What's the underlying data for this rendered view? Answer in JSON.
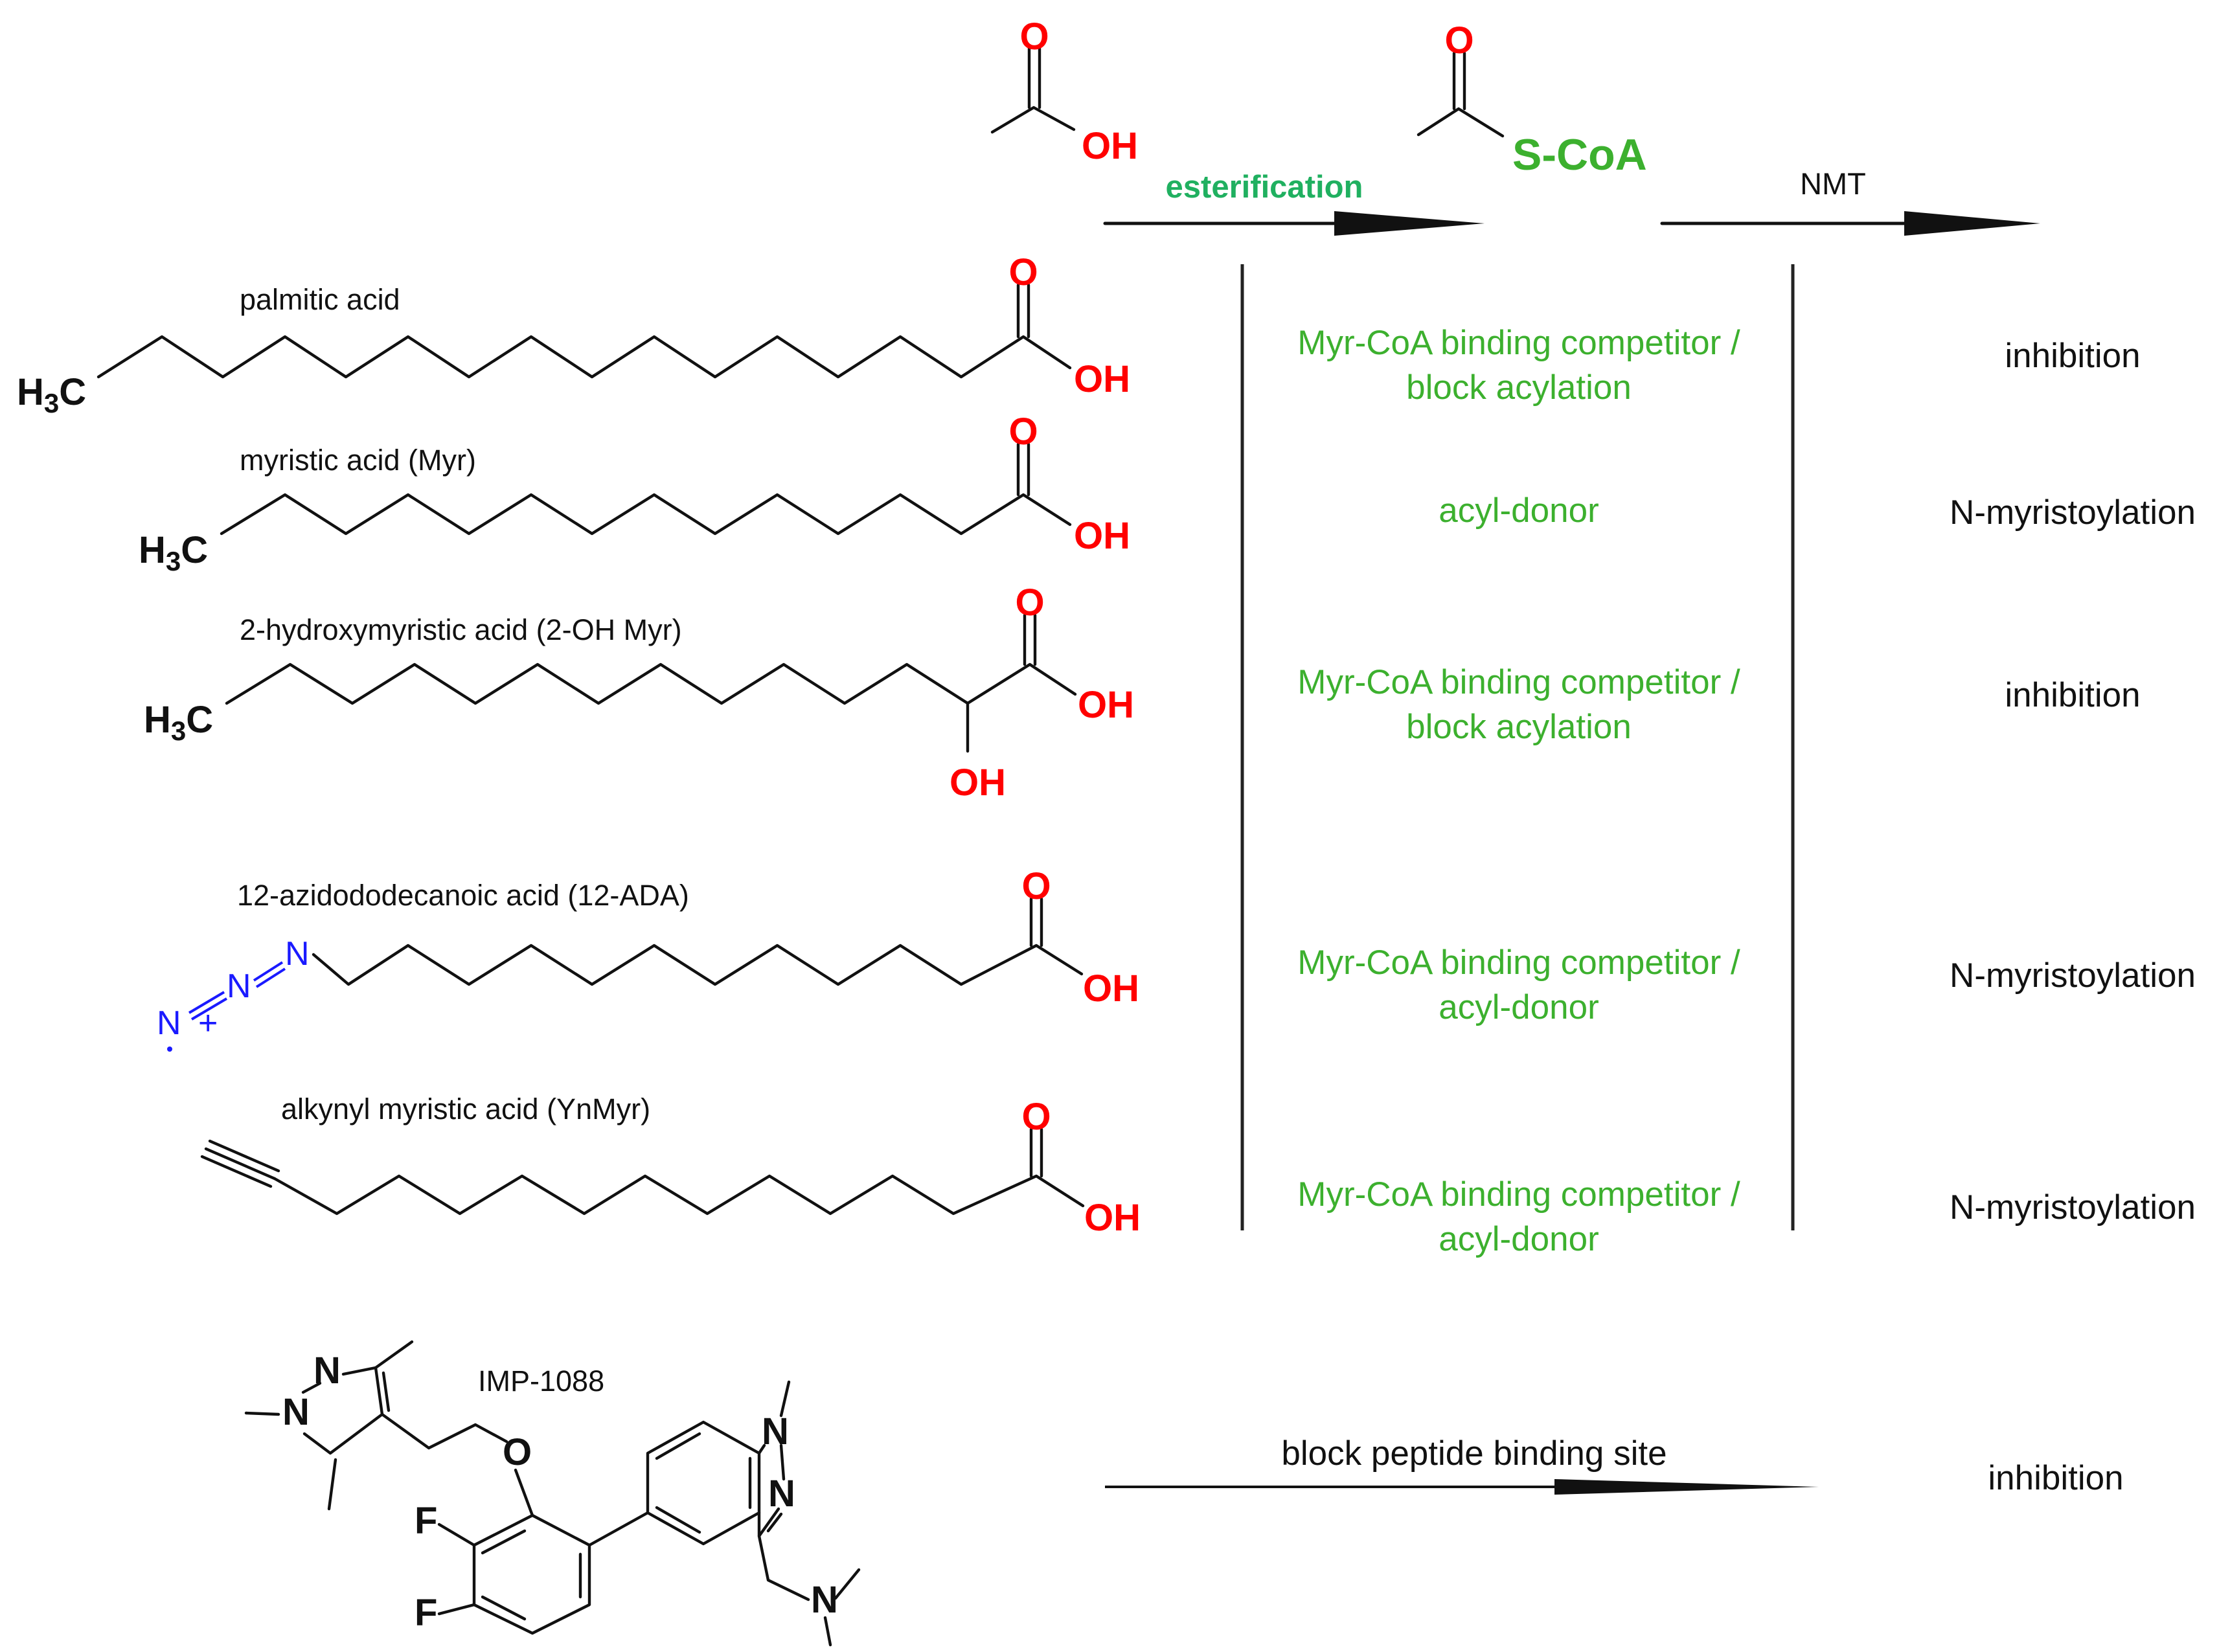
{
  "colors": {
    "oxygen": "#ff0000",
    "nitrogen": "#1a1aff",
    "green_text": "#3cb02e",
    "esterification": "#20b060",
    "ink": "#111111"
  },
  "atoms": {
    "O": "O",
    "OH": "OH",
    "N": "N",
    "F": "F",
    "H3C_main": "H",
    "H3C_sub": "3",
    "H3C_C": "C",
    "plus": "+"
  },
  "top_reaction": {
    "coa_label": "S-CoA",
    "esterification_label": "esterification",
    "nmt_label": "NMT"
  },
  "compounds": [
    {
      "name": "palmitic acid",
      "role": "Myr-CoA binding competitor / block acylation",
      "role_lines": [
        "Myr-CoA binding competitor /",
        "block acylation"
      ],
      "outcome": "inhibition"
    },
    {
      "name": "myristic acid (Myr)",
      "role": "acyl-donor",
      "role_lines": [
        "acyl-donor"
      ],
      "outcome": "N-myristoylation"
    },
    {
      "name": "2-hydroxymyristic acid (2-OH Myr)",
      "role": "Myr-CoA binding competitor / block acylation",
      "role_lines": [
        "Myr-CoA binding competitor /",
        "block acylation"
      ],
      "outcome": "inhibition"
    },
    {
      "name": "12-azidododecanoic acid (12-ADA)",
      "role": "Myr-CoA binding competitor / acyl-donor",
      "role_lines": [
        "Myr-CoA binding competitor /",
        "acyl-donor"
      ],
      "outcome": "N-myristoylation"
    },
    {
      "name": "alkynyl myristic acid (YnMyr)",
      "role": "Myr-CoA binding competitor / acyl-donor",
      "role_lines": [
        "Myr-CoA binding competitor /",
        "acyl-donor"
      ],
      "outcome": "N-myristoylation"
    }
  ],
  "inhibitor": {
    "name": "IMP-1088",
    "arrow_label": "block peptide binding site",
    "outcome": "inhibition"
  }
}
